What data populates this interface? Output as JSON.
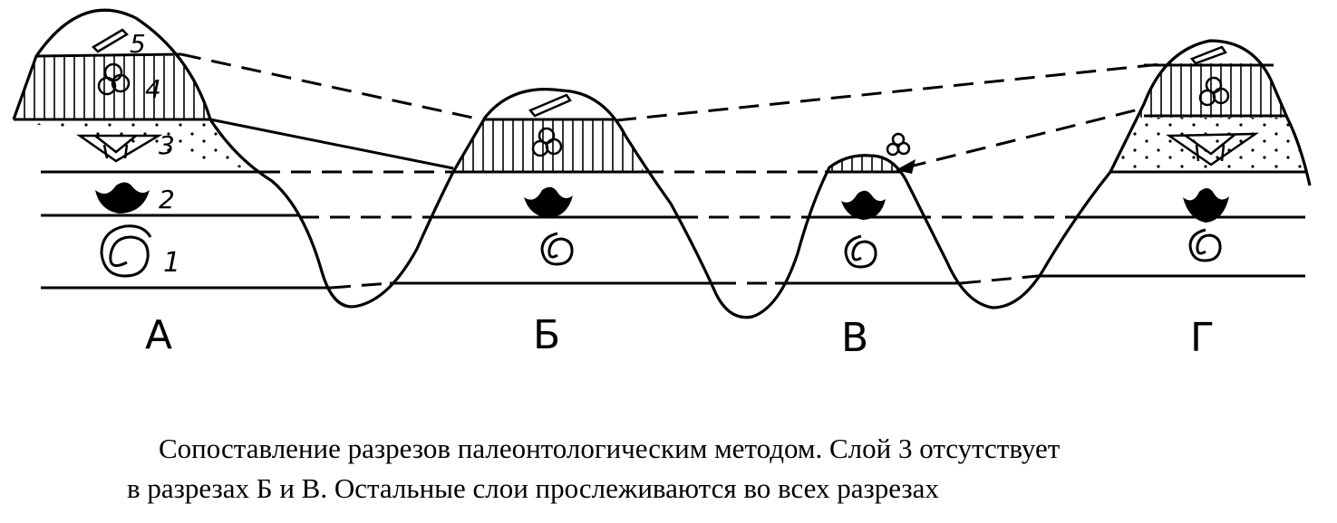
{
  "sections": [
    {
      "letter": "А",
      "layers": [
        "1",
        "2",
        "3",
        "4",
        "5"
      ]
    },
    {
      "letter": "Б"
    },
    {
      "letter": "В"
    },
    {
      "letter": "Г"
    }
  ],
  "caption": {
    "line1": "Сопоставление разрезов палеонтологическим методом. Слой 3 отсутствует",
    "line2": "в разрезах Б и В. Остальные слои прослеживаются во всех разрезах"
  }
}
